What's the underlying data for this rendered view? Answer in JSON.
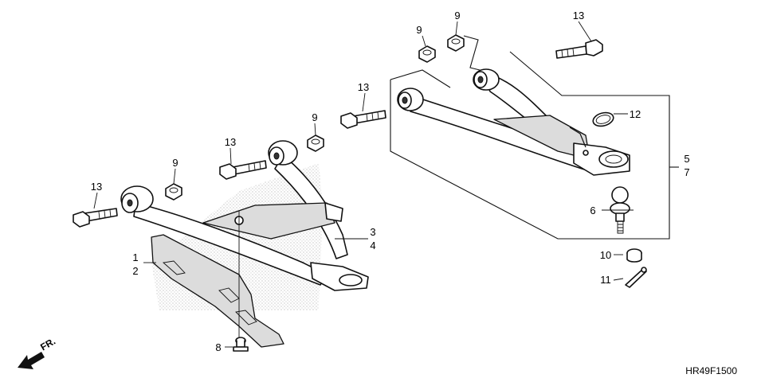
{
  "diagram": {
    "drawing_code": "HR49F1500",
    "direction_label": "FR.",
    "callouts": [
      {
        "id": "c9-nut-top-left",
        "text": "9"
      },
      {
        "id": "c9-nut-top-right",
        "text": "9"
      },
      {
        "id": "c13-bolt-top-right",
        "text": "13"
      },
      {
        "id": "c13-bolt-upper-mid",
        "text": "13"
      },
      {
        "id": "c12-clip",
        "text": "12"
      },
      {
        "id": "c9-nut-mid",
        "text": "9"
      },
      {
        "id": "c13-bolt-mid",
        "text": "13"
      },
      {
        "id": "c9-nut-left",
        "text": "9"
      },
      {
        "id": "c13-bolt-left",
        "text": "13"
      },
      {
        "id": "c5-upper-arm-right",
        "text": "5"
      },
      {
        "id": "c7-upper-arm-left",
        "text": "7"
      },
      {
        "id": "c6-ball-joint",
        "text": "6"
      },
      {
        "id": "c3-lower-arm-right",
        "text": "3"
      },
      {
        "id": "c4-lower-arm-left",
        "text": "4"
      },
      {
        "id": "c1-guard-right",
        "text": "1"
      },
      {
        "id": "c2-guard-left",
        "text": "2"
      },
      {
        "id": "c10-castle-nut",
        "text": "10"
      },
      {
        "id": "c11-cotter-pin",
        "text": "11"
      },
      {
        "id": "c8-bolt-guard",
        "text": "8"
      }
    ]
  }
}
